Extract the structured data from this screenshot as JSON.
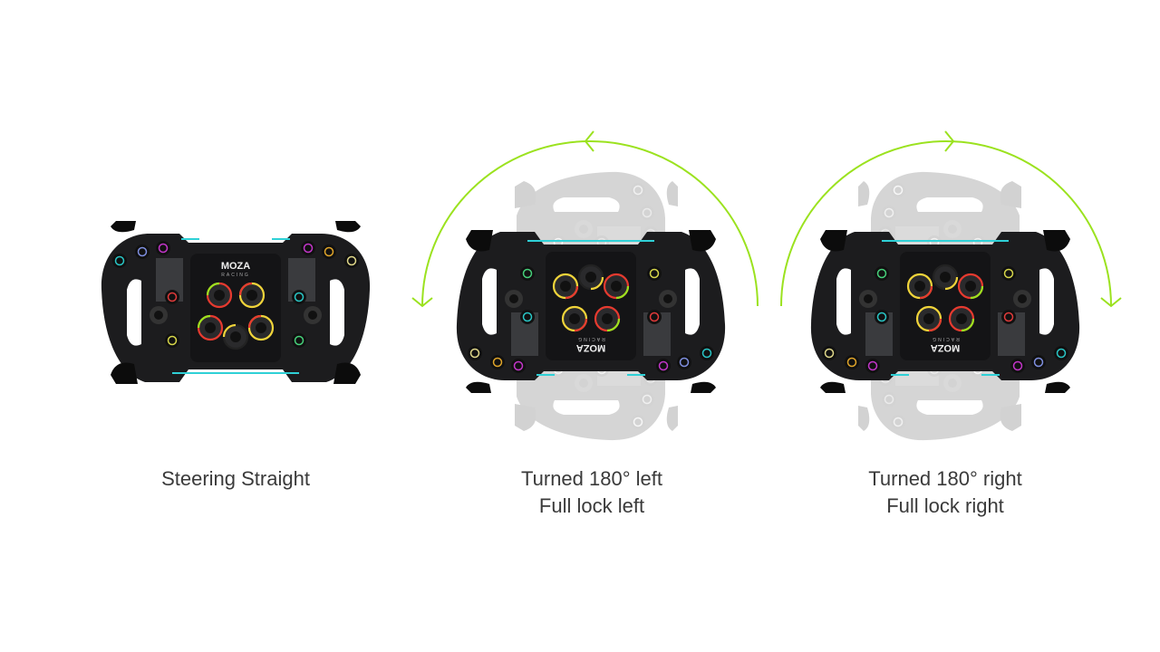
{
  "colors": {
    "arrow": "#9be21f",
    "wheel_body": "#1c1c1e",
    "accent": "#2fd0d6",
    "text": "#3a3a3a"
  },
  "logo": {
    "brand": "MOZA",
    "sub": "RACING"
  },
  "panels": [
    {
      "caption_line1": "Steering Straight",
      "caption_line2": "",
      "rotation_deg": 0,
      "arrow": "none"
    },
    {
      "caption_line1": "Turned 180° left",
      "caption_line2": "Full lock left",
      "rotation_deg": -180,
      "arrow": "counterclockwise"
    },
    {
      "caption_line1": "Turned 180° right",
      "caption_line2": "Full lock right",
      "rotation_deg": 180,
      "arrow": "clockwise"
    }
  ]
}
